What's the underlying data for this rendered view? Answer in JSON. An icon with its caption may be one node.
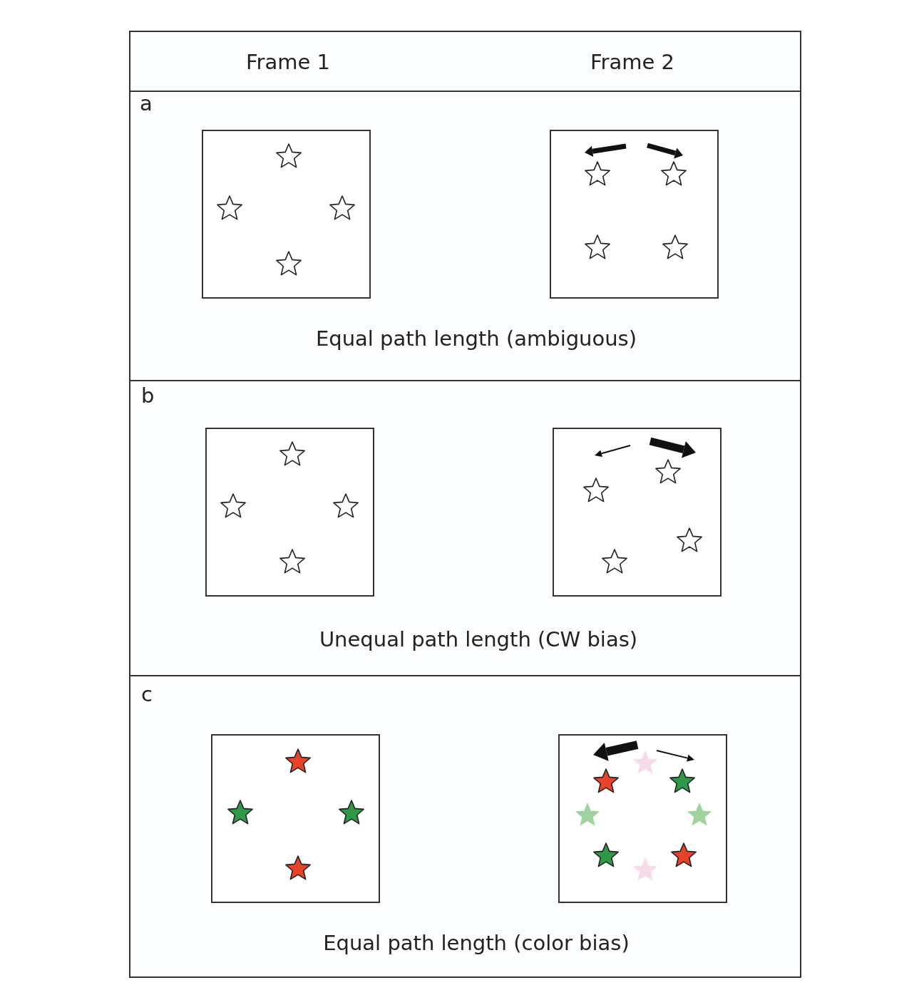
{
  "diagram": {
    "labels": [
      "Frame 1",
      "Frame 2",
      "a",
      "Equal path length (ambiguous)",
      "b",
      "Unequal path length (CW bias)",
      "c",
      "Equal path length (color bias)"
    ]
  }
}
